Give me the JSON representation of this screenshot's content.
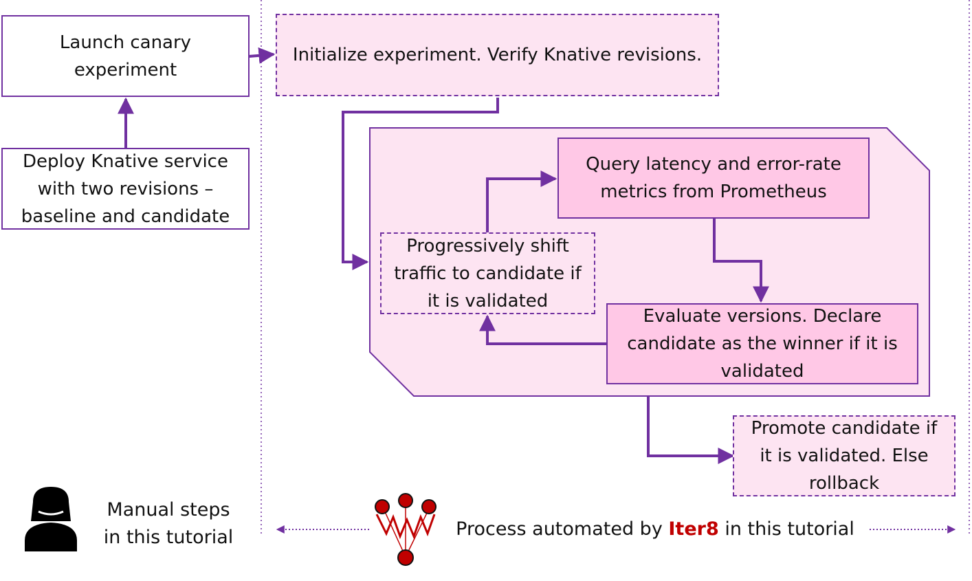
{
  "nodes": {
    "launch": "Launch canary experiment",
    "deploy": "Deploy Knative service with two revisions – baseline and candidate",
    "init": "Initialize experiment. Verify Knative revisions.",
    "query": "Query latency and error-rate metrics from Prometheus",
    "shift": "Progressively shift traffic to candidate if it is validated",
    "evaluate": "Evaluate versions. Declare candidate as the winner if it is validated",
    "promote": "Promote candidate if it is validated. Else rollback"
  },
  "legend": {
    "manual": "Manual steps in this tutorial",
    "automated_prefix": "Process automated by",
    "automated_brand": "Iter8",
    "automated_suffix": "in this tutorial"
  },
  "colors": {
    "edge": "#7030a0",
    "brand": "#c00000",
    "node_fill": "#ffc8e6",
    "dashed_fill": "#fde4f2",
    "loop_fill": "#fde4f2"
  },
  "icons": [
    "person-icon",
    "iter8-logo-icon"
  ]
}
